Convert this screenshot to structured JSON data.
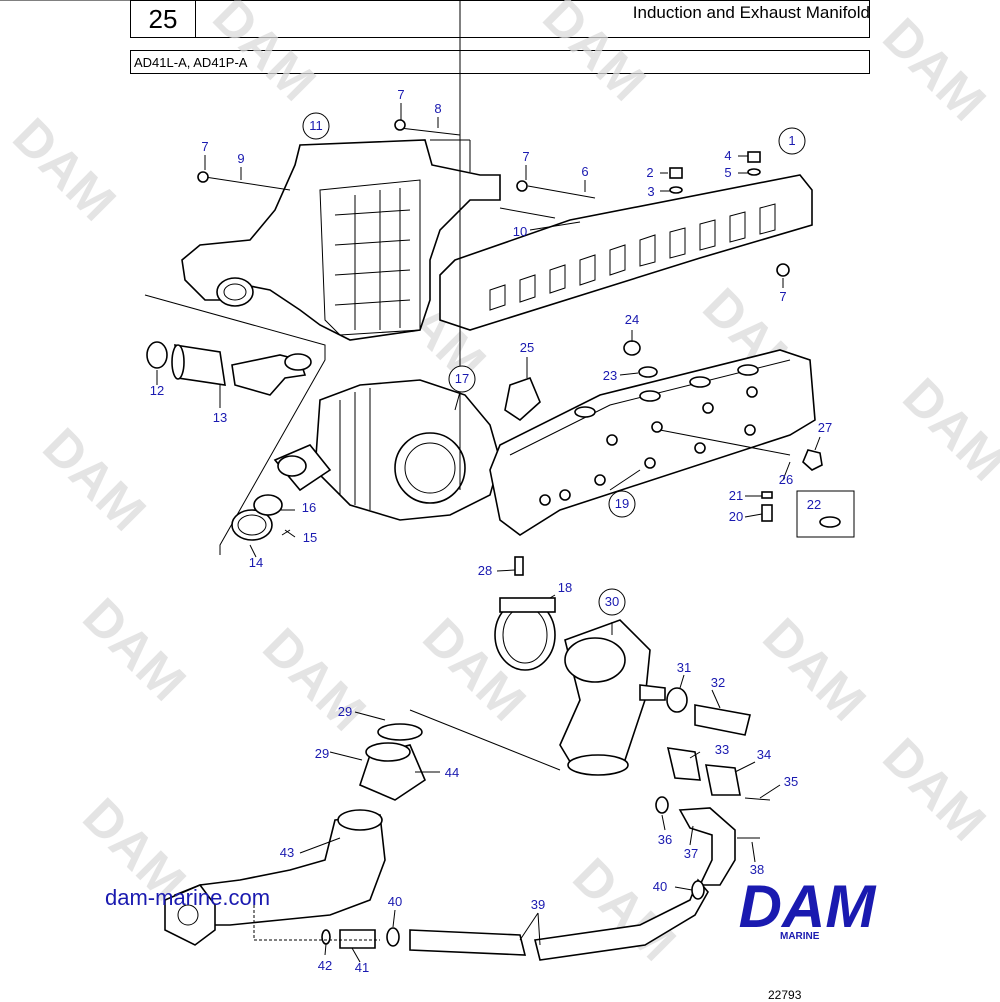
{
  "header": {
    "page_number": "25",
    "title": "Induction and Exhaust Manifold",
    "models": "AD41L-A, AD41P-A"
  },
  "watermark": "DAM",
  "website": "dam-marine.com",
  "logo": {
    "text": "DAM",
    "subtext": "MARINE",
    "color": "#1a1ab0"
  },
  "drawing_number": "22793",
  "callouts": [
    {
      "id": "c1",
      "text": "1",
      "circled": true
    },
    {
      "id": "c2",
      "text": "2"
    },
    {
      "id": "c3",
      "text": "3"
    },
    {
      "id": "c4",
      "text": "4"
    },
    {
      "id": "c5",
      "text": "5"
    },
    {
      "id": "c6",
      "text": "6"
    },
    {
      "id": "c7a",
      "text": "7"
    },
    {
      "id": "c7b",
      "text": "7"
    },
    {
      "id": "c7c",
      "text": "7"
    },
    {
      "id": "c7d",
      "text": "7"
    },
    {
      "id": "c8",
      "text": "8"
    },
    {
      "id": "c9",
      "text": "9"
    },
    {
      "id": "c10",
      "text": "10"
    },
    {
      "id": "c11",
      "text": "11",
      "circled": true
    },
    {
      "id": "c12",
      "text": "12"
    },
    {
      "id": "c13",
      "text": "13"
    },
    {
      "id": "c14",
      "text": "14"
    },
    {
      "id": "c15",
      "text": "15"
    },
    {
      "id": "c16",
      "text": "16"
    },
    {
      "id": "c17",
      "text": "17",
      "circled": true
    },
    {
      "id": "c18",
      "text": "18"
    },
    {
      "id": "c19",
      "text": "19",
      "circled": true
    },
    {
      "id": "c20",
      "text": "20"
    },
    {
      "id": "c21",
      "text": "21"
    },
    {
      "id": "c22",
      "text": "22",
      "boxed": true
    },
    {
      "id": "c23",
      "text": "23"
    },
    {
      "id": "c24",
      "text": "24"
    },
    {
      "id": "c25",
      "text": "25"
    },
    {
      "id": "c26",
      "text": "26"
    },
    {
      "id": "c27",
      "text": "27"
    },
    {
      "id": "c28",
      "text": "28"
    },
    {
      "id": "c29a",
      "text": "29"
    },
    {
      "id": "c29b",
      "text": "29"
    },
    {
      "id": "c30",
      "text": "30",
      "circled": true
    },
    {
      "id": "c31",
      "text": "31"
    },
    {
      "id": "c32",
      "text": "32"
    },
    {
      "id": "c33",
      "text": "33"
    },
    {
      "id": "c34",
      "text": "34"
    },
    {
      "id": "c35",
      "text": "35"
    },
    {
      "id": "c36",
      "text": "36"
    },
    {
      "id": "c37",
      "text": "37"
    },
    {
      "id": "c38",
      "text": "38"
    },
    {
      "id": "c39",
      "text": "39"
    },
    {
      "id": "c40a",
      "text": "40"
    },
    {
      "id": "c40b",
      "text": "40"
    },
    {
      "id": "c41",
      "text": "41"
    },
    {
      "id": "c42",
      "text": "42"
    },
    {
      "id": "c43",
      "text": "43"
    },
    {
      "id": "c44",
      "text": "44"
    }
  ]
}
